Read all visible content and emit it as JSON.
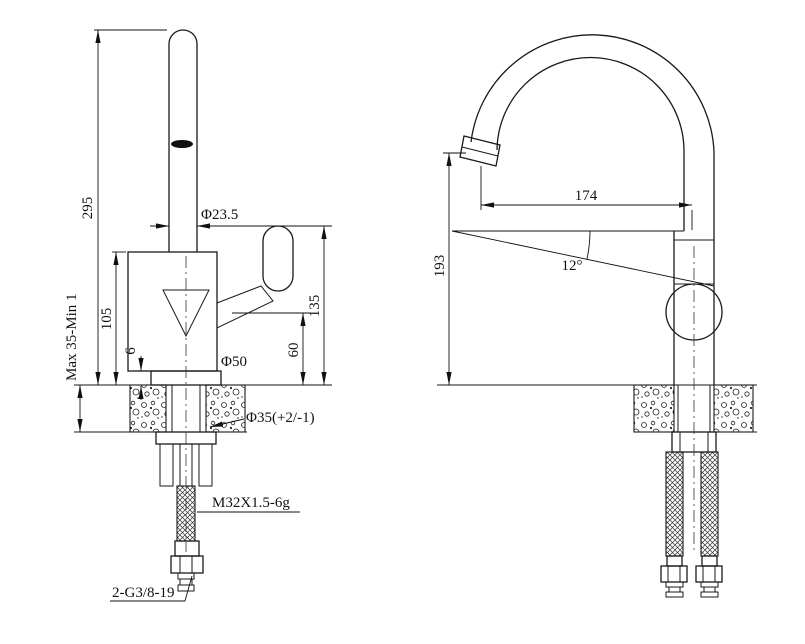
{
  "colors": {
    "line": "#1a1a1a",
    "background": "#ffffff"
  },
  "drawing": {
    "front": {
      "total_height": "295",
      "body_height": "105",
      "base_thickness": "6",
      "mount_range": "Max 35-Min 1",
      "spout_diameter": "Φ23.5",
      "base_diameter": "Φ50",
      "handle_height": "135",
      "hub_height": "60",
      "hole_diameter": "Φ35(+2/-1)",
      "shank_thread": "M32X1.5-6g",
      "hose_thread": "2-G3/8-19"
    },
    "side": {
      "spout_reach": "174",
      "spout_height": "193",
      "spout_angle": "12°"
    }
  }
}
